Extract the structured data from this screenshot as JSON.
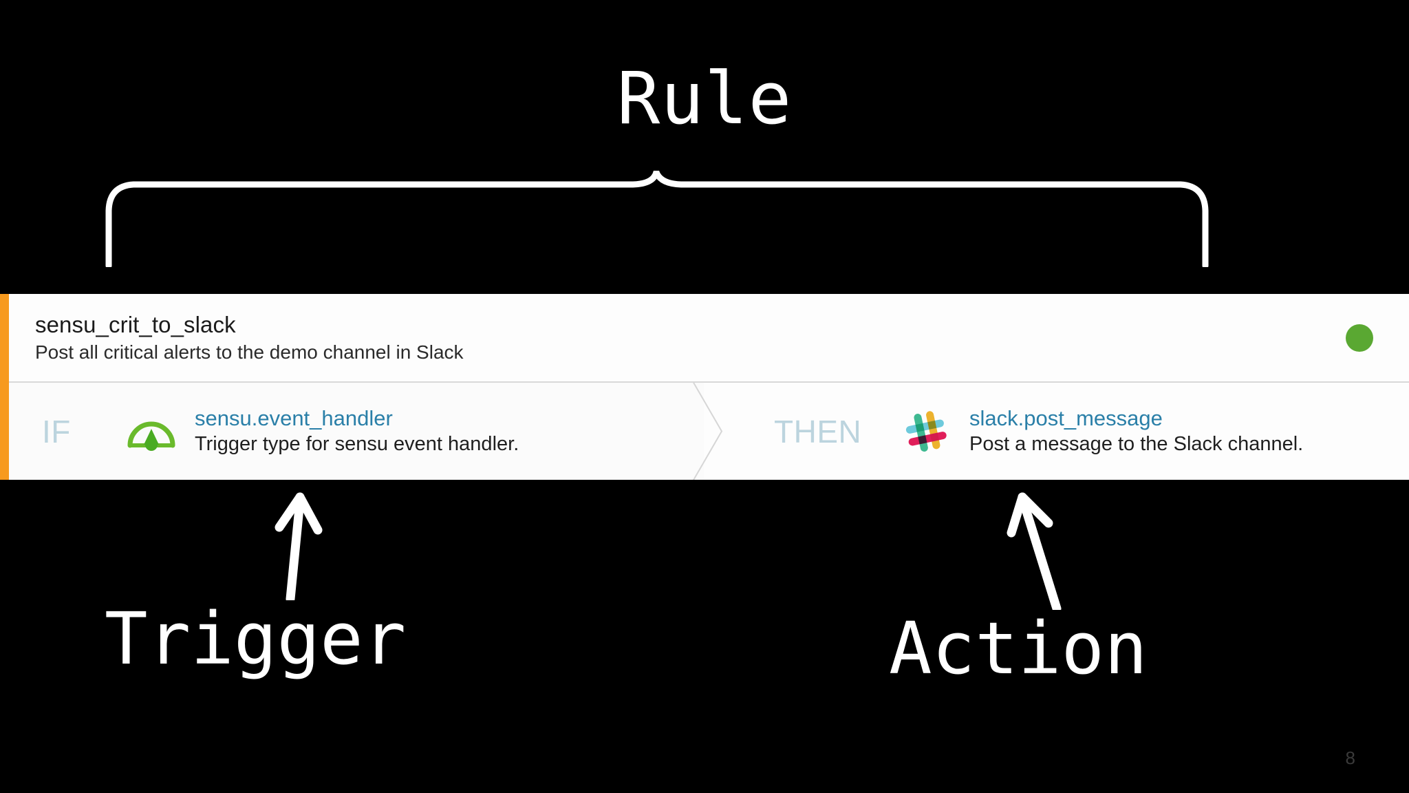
{
  "slide": {
    "background_color": "#000000",
    "number": "8",
    "annotations": {
      "rule_label": "Rule",
      "trigger_label": "Trigger",
      "action_label": "Action"
    }
  },
  "rule_card": {
    "accent_color": "#f79a1e",
    "background_color": "#fdfdfd",
    "name": "sensu_crit_to_slack",
    "description": "Post all critical alerts to the demo channel in Slack",
    "status": {
      "name": "enabled-status-dot",
      "color": "#5aa832"
    },
    "trigger": {
      "keyword": "IF",
      "icon": "sensu-gauge-icon",
      "icon_color": "#6aba2c",
      "ref": "sensu.event_handler",
      "description": "Trigger type for sensu event handler.",
      "ref_color": "#2a7fa8"
    },
    "action": {
      "keyword": "THEN",
      "icon": "slack-hash-icon",
      "ref": "slack.post_message",
      "description": "Post a message to the Slack channel.",
      "ref_color": "#2a7fa8"
    },
    "keyword_color": "#bcd4de"
  }
}
